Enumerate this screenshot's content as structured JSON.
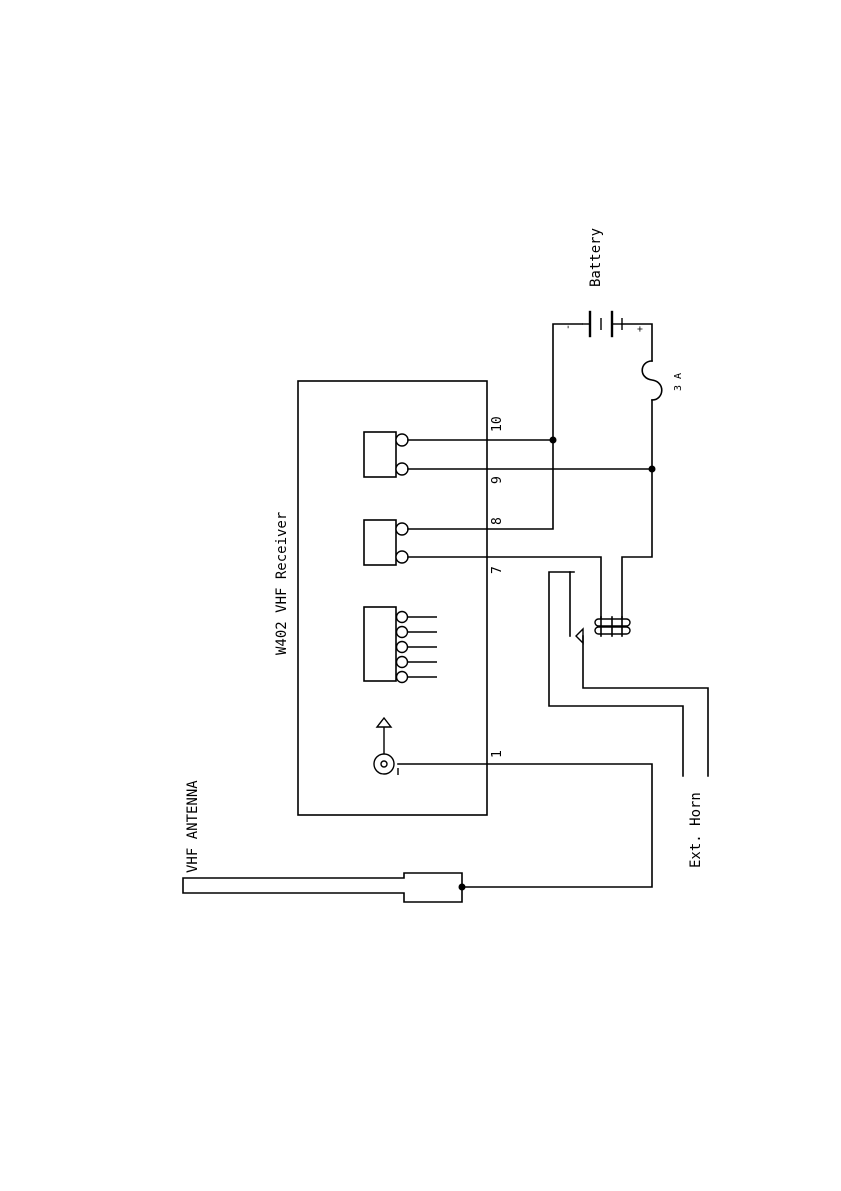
{
  "labels": {
    "receiver_title": "W402 VHF Receiver",
    "antenna": "VHF ANTENNA",
    "battery": "Battery",
    "fuse_rating": "3 A",
    "horn": "Ext. Horn",
    "battery_minus": "-",
    "battery_plus": "+"
  },
  "pins": {
    "p1": "1",
    "p7": "7",
    "p8": "8",
    "p9": "9",
    "p10": "10"
  }
}
